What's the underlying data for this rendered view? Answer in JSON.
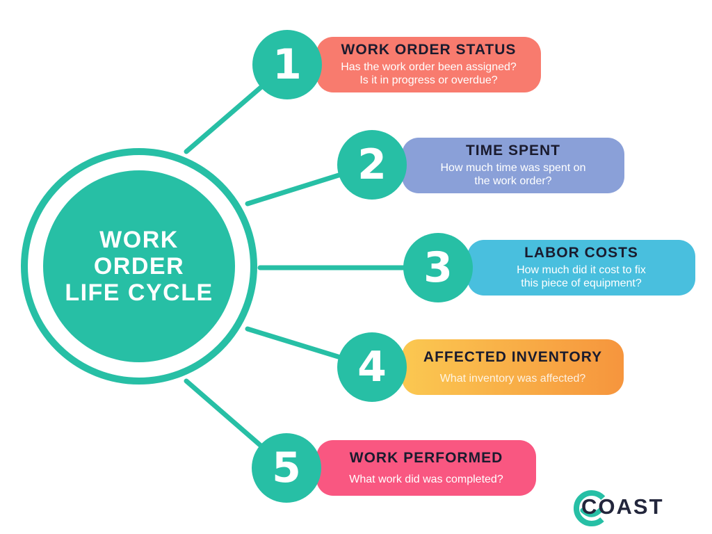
{
  "theme": {
    "teal": "#27BFA5",
    "background": "#FFFFFF",
    "title_color": "#1A1B2E",
    "desc_color": "#FFFFFF",
    "number_color": "#FFFFFF",
    "center_text_color": "#FFFFFF",
    "logo_text_color": "#23263C"
  },
  "center": {
    "line1": "WORK",
    "line2": "ORDER",
    "line3": "LIFE CYCLE"
  },
  "steps": [
    {
      "number": "1",
      "title": "WORK ORDER STATUS",
      "desc1": "Has the work order been assigned?",
      "desc2": "Is it in progress or overdue?",
      "bar_color": "#F87B6E"
    },
    {
      "number": "2",
      "title": "TIME SPENT",
      "desc1": "How much time was spent on",
      "desc2": "the work order?",
      "bar_color": "#8AA0D8"
    },
    {
      "number": "3",
      "title": "LABOR COSTS",
      "desc1": "How much did it cost to fix",
      "desc2": "this piece of equipment?",
      "bar_color": "#49BFDE"
    },
    {
      "number": "4",
      "title": "AFFECTED INVENTORY",
      "desc1": "What inventory was affected?",
      "desc2": "",
      "bar_color": "linear-gradient(90deg,#FBC851,#F6953D)"
    },
    {
      "number": "5",
      "title": "WORK PERFORMED",
      "desc1": "What work did was completed?",
      "desc2": "",
      "bar_color": "#F95781"
    }
  ],
  "logo": {
    "text": "COAST"
  }
}
